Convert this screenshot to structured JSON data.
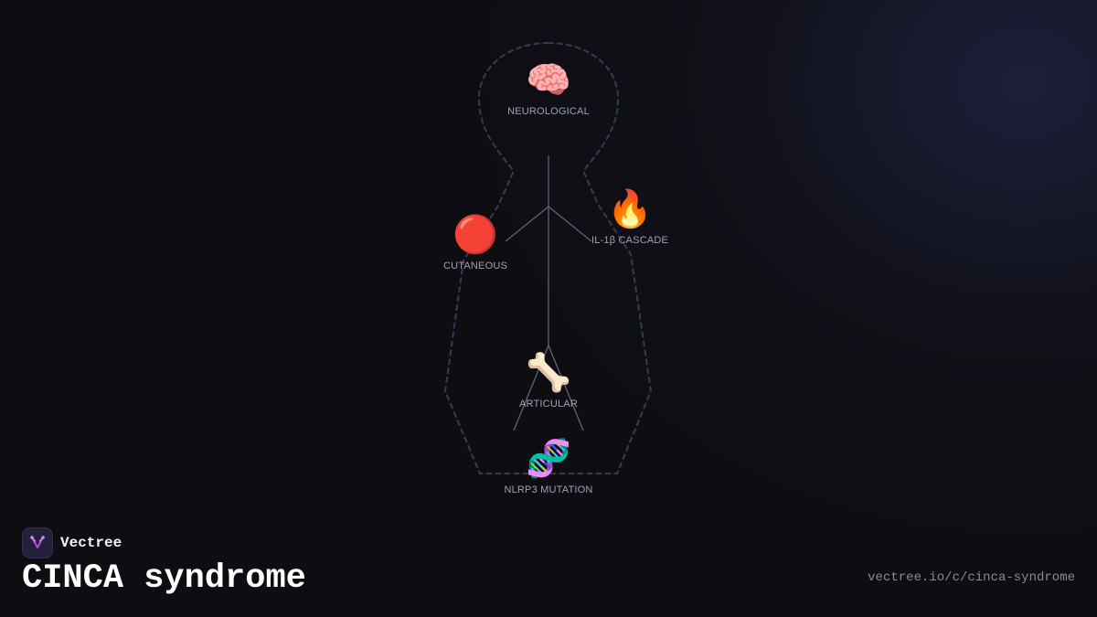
{
  "brand": {
    "name": "Vectree",
    "logo_icon": "vectree-logo-icon"
  },
  "title": "CINCA syndrome",
  "url": "vectree.io/c/cinca-syndrome",
  "colors": {
    "background": "#0e0e12",
    "outline": "#2f3a4c",
    "tree_lines": "#5a6577",
    "label": "#9aa3b6",
    "title": "#ffffff",
    "url": "#8a8a94",
    "logo_accent": "#b14fe0"
  },
  "diagram": {
    "nodes": [
      {
        "id": "neurological",
        "emoji": "🧠",
        "icon": "brain-icon",
        "label": "NEUROLOGICAL"
      },
      {
        "id": "il1b",
        "emoji": "🔥",
        "icon": "fire-icon",
        "label": "IL-1β CASCADE"
      },
      {
        "id": "cutaneous",
        "emoji": "🔴",
        "icon": "red-circle-icon",
        "label": "CUTANEOUS"
      },
      {
        "id": "articular",
        "emoji": "🦴",
        "icon": "bone-icon",
        "label": "ARTICULAR"
      },
      {
        "id": "nlrp3",
        "emoji": "🧬",
        "icon": "dna-icon",
        "label": "NLRP3 MUTATION"
      }
    ]
  }
}
